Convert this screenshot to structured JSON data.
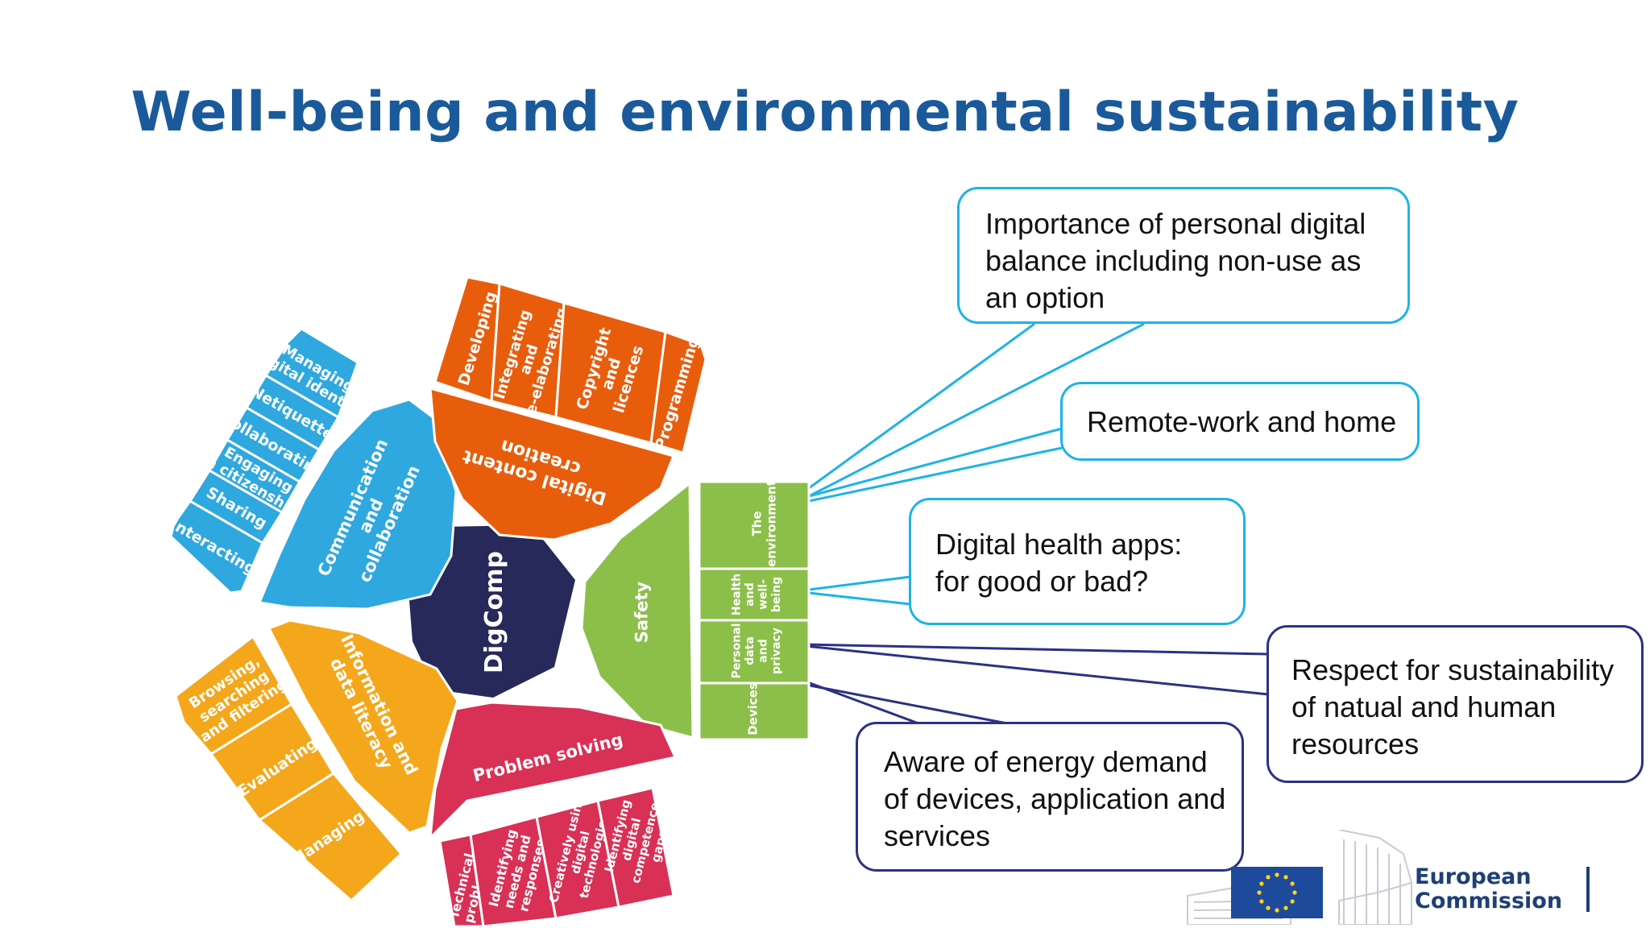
{
  "title": "Well-being and environmental sustainability",
  "digcomp": {
    "center": "DigComp",
    "areas": [
      {
        "name": "Communication\nand\ncollaboration",
        "color": "#2ea8df",
        "items": [
          "Interacting",
          "Sharing",
          "Engaging\nin citizenship",
          "Collaborating",
          "Netiquette",
          "Managing\ndigital identity"
        ]
      },
      {
        "name": "Digital content\ncreation",
        "color": "#e85d0c",
        "items": [
          "Developing",
          "Integrating\nand\nre-elaborating",
          "Copyright\nand\nlicences",
          "Programming"
        ]
      },
      {
        "name": "Safety",
        "color": "#8cbf4a",
        "items": [
          "The\nenvironment",
          "Health\nand\nwell-\nbeing",
          "Personal\ndata\nand\nprivacy",
          "Devices"
        ]
      },
      {
        "name": "Problem solving",
        "color": "#d93056",
        "items": [
          "Technical\nproblems",
          "Identifying\nneeds and\nresponses",
          "Creatively using\ndigital\ntechnologies",
          "Identifying\ndigital\ncompetence\ngaps"
        ]
      },
      {
        "name": "Information and\ndata literacy",
        "color": "#f4a71b",
        "items": [
          "Browsing,\nsearching\nand filtering",
          "Evaluating",
          "Managing"
        ]
      }
    ]
  },
  "callouts": [
    {
      "text": "Importance of personal digital balance including non-use as an option"
    },
    {
      "text": "Remote-work and home"
    },
    {
      "text": "Digital health apps: for good or bad?"
    },
    {
      "text": "Respect for sustainability of natual and human resources"
    },
    {
      "text": "Aware of energy demand of devices, application and services"
    }
  ],
  "footer": {
    "org_line1": "European",
    "org_line2": "Commission"
  },
  "colors": {
    "title": "#1a5a9a",
    "callout_light": "#1fb3e4",
    "callout_dark": "#2c3184",
    "center": "#27295a"
  }
}
